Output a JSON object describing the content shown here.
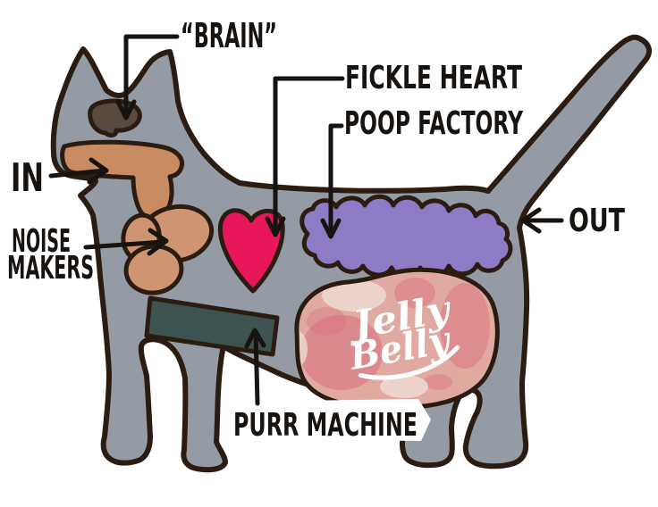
{
  "diagram": {
    "title": "Humorous cat anatomy diagram",
    "labels": {
      "brain": "“BRAIN”",
      "in": "IN",
      "noise_makers_line1": "NOISE",
      "noise_makers_line2": "MAKERS",
      "fickle_heart": "FICKLE HEART",
      "poop_factory": "POOP FACTORY",
      "out": "OUT",
      "purr_machine": "PURR MACHINE",
      "belly_logo_line1": "Jelly",
      "belly_logo_line2": "Belly"
    },
    "colors": {
      "background": "#ffffff",
      "outline": "#2b1c12",
      "body": "#959ba4",
      "brain": "#594a40",
      "esophagus": "#c98b61",
      "lungs": "#cf9471",
      "heart": "#e8175c",
      "intestines": "#8e7bc5",
      "purr_machine": "#3c5350",
      "belly": "#e0aaa1",
      "belly_splotch": "#d96e80",
      "belly_light_patch": "#eddbd2",
      "logo_text": "#ffffff",
      "label_text": "#171310"
    }
  }
}
